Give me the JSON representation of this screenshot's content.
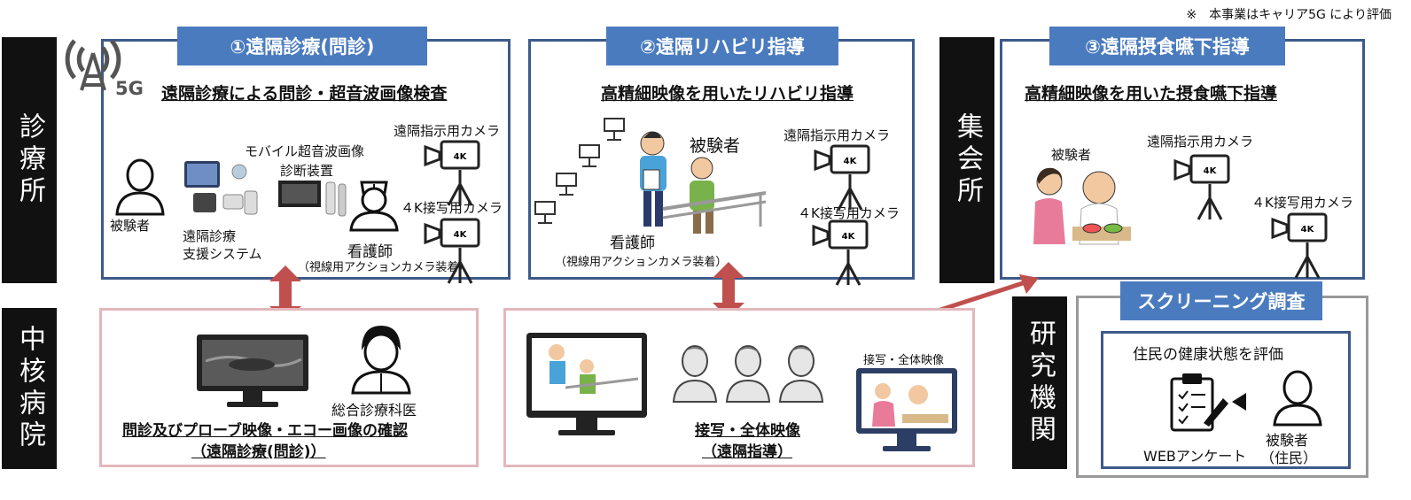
{
  "note": "※　本事業はキャリア5G により評価",
  "side_labels": {
    "clinic": "診療所",
    "hospital": "中核病院",
    "meeting": "集会所",
    "research": "研究機関"
  },
  "network_badge": "5G",
  "camera_badge": "4K",
  "panel1": {
    "title": "①遠隔診療(問診)",
    "subtitle": "遠隔診療による問診・超音波画像検査",
    "subject": "被験者",
    "support_system": [
      "遠隔診療",
      "支援システム"
    ],
    "ultrasound": [
      "モバイル超音波画像",
      "診断装置"
    ],
    "nurse": "看護師",
    "nurse_note": "（視線用アクションカメラ装着）",
    "cam_remote": "遠隔指示用カメラ",
    "cam_closeup": "４K接写用カメラ"
  },
  "panel2": {
    "title": "②遠隔リハビリ指導",
    "subtitle": "高精細映像を用いたリハビリ指導",
    "subject": "被験者",
    "nurse": "看護師",
    "nurse_note": "（視線用アクションカメラ装着）",
    "cam_remote": "遠隔指示用カメラ",
    "cam_closeup": "４K接写用カメラ"
  },
  "panel3": {
    "title": "③遠隔摂食嚥下指導",
    "subtitle": "高精細映像を用いた摂食嚥下指導",
    "subject": "被験者",
    "cam_remote": "遠隔指示用カメラ",
    "cam_closeup": "４K接写用カメラ"
  },
  "hospital1": {
    "doctor": "総合診療科医",
    "line1": "問診及びプローブ映像・エコー画像の確認",
    "line2": "（遠隔診療(問診)）"
  },
  "hospital2": {
    "monitor_label": "接写・全体映像",
    "line1": "接写・全体映像",
    "line2": "（遠隔指導）"
  },
  "screening": {
    "title": "スクリーニング調査",
    "subtitle": "住民の健康状態を評価",
    "web": "WEBアンケート",
    "subject": [
      "被験者",
      "（住民）"
    ]
  },
  "colors": {
    "panel_border": "#3d5a8a",
    "tab": "#4a7bbf",
    "pink_border": "#e2b7bb",
    "arrow": "#c0504d",
    "sidebar": "#111111"
  }
}
